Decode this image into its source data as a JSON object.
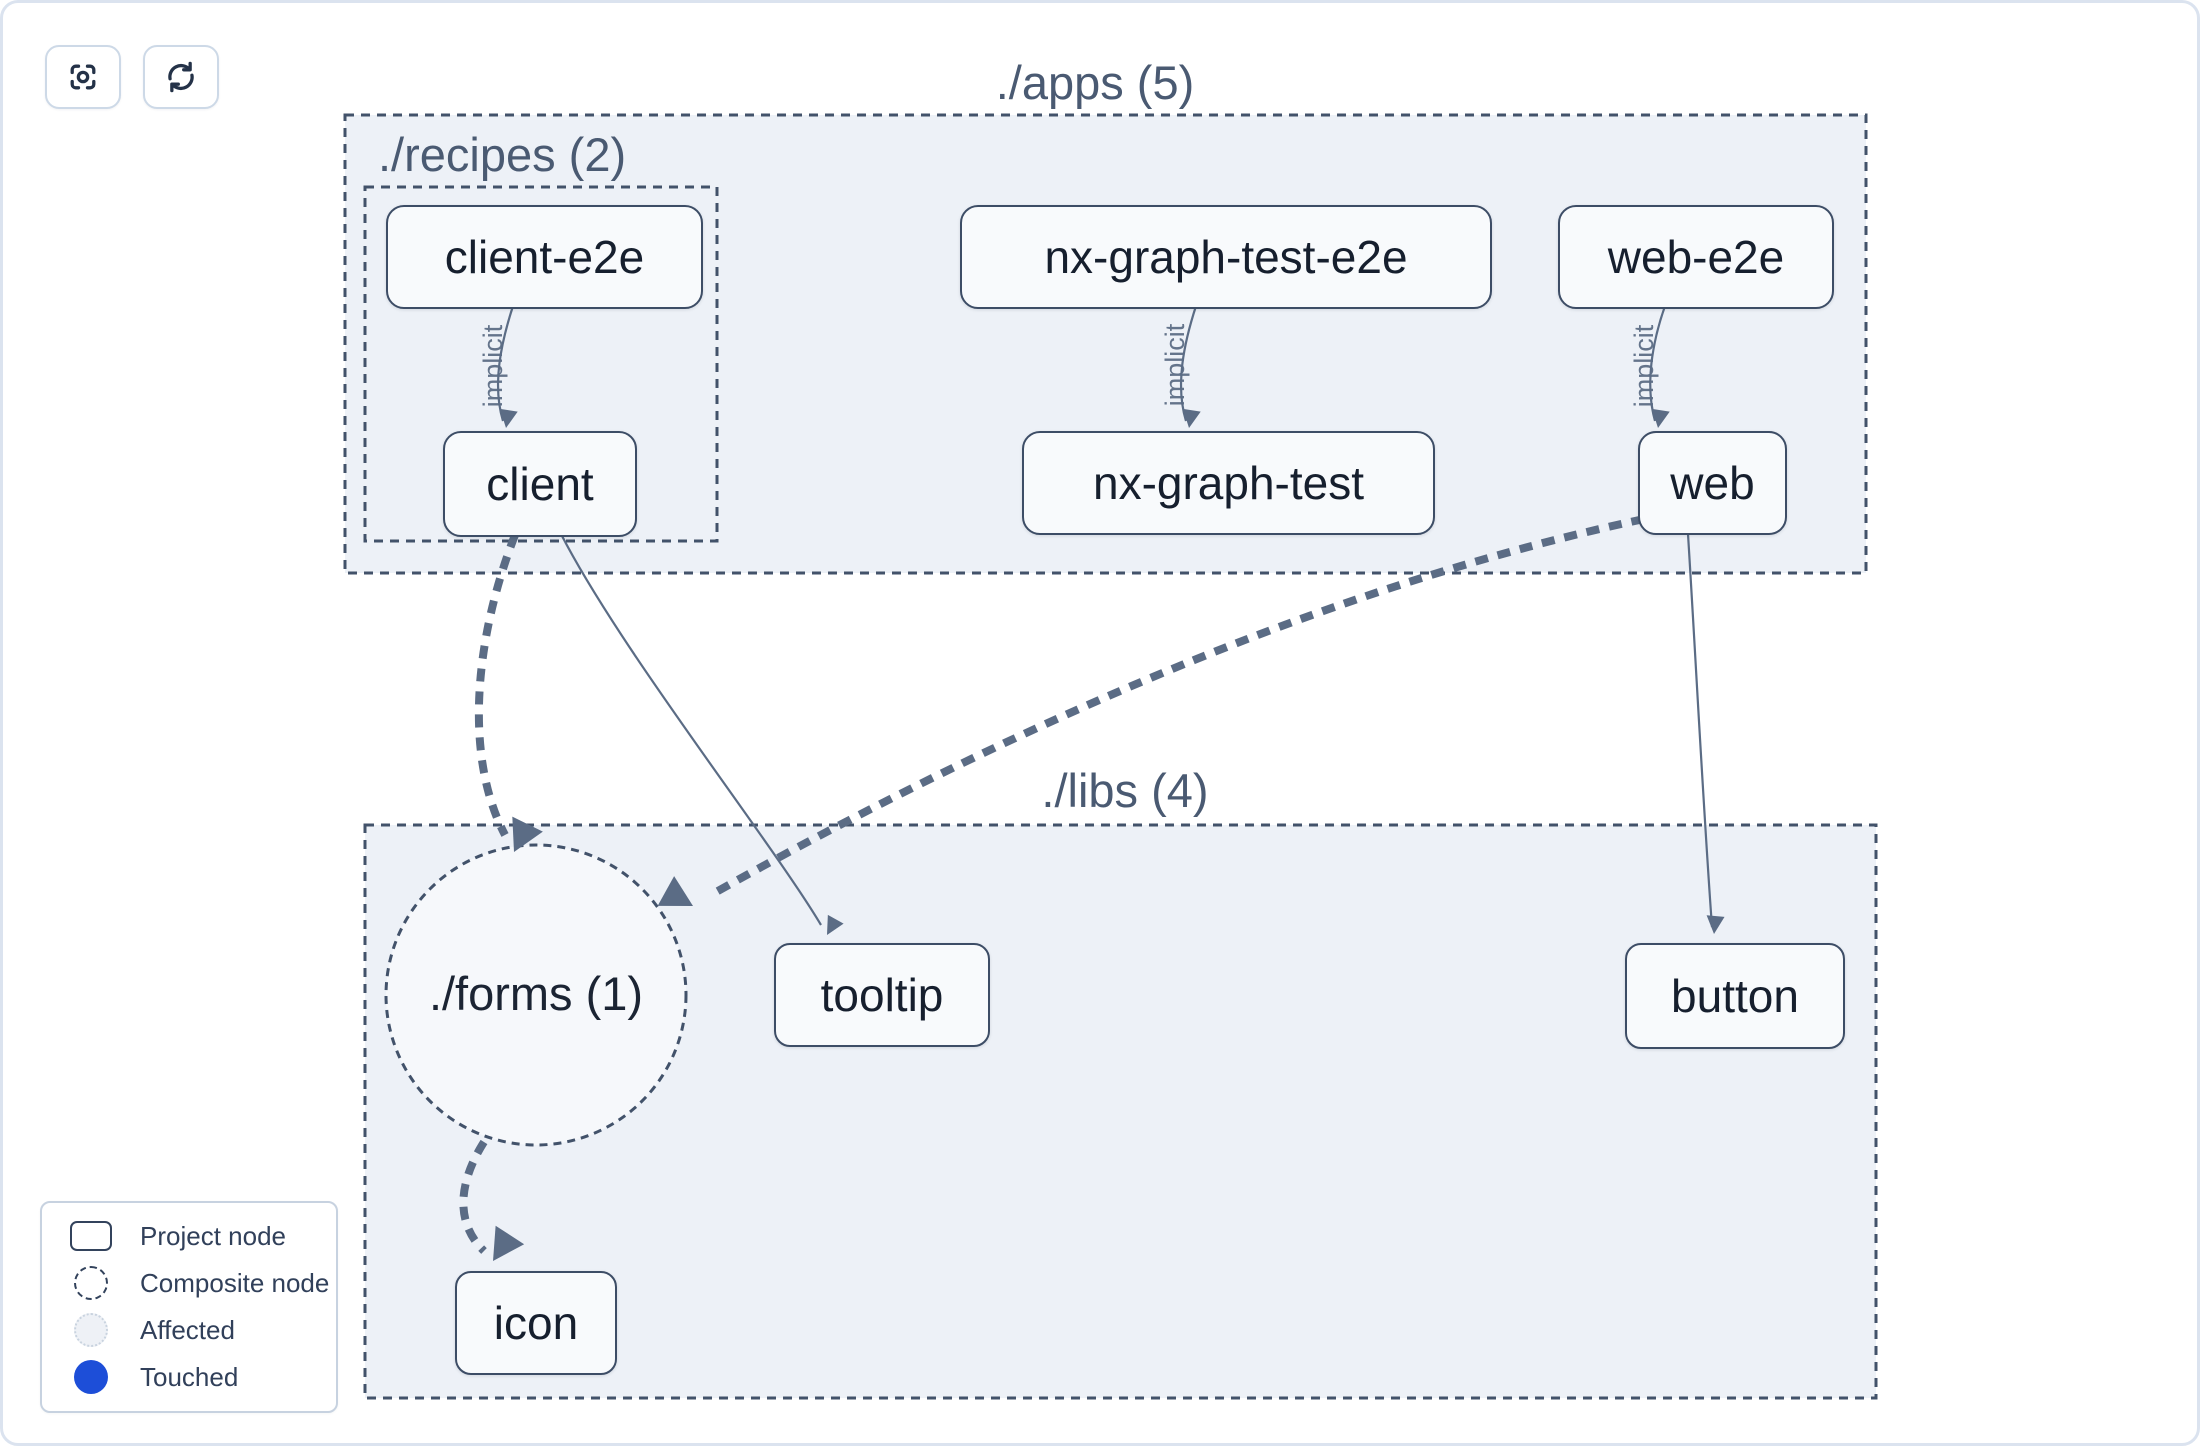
{
  "toolbar": {
    "focus_button": {
      "icon": "scan-focus-icon"
    },
    "refresh_button": {
      "icon": "refresh-icon"
    }
  },
  "graph": {
    "clusters": {
      "apps": {
        "label": "./apps (5)"
      },
      "recipes": {
        "label": "./recipes (2)"
      },
      "libs": {
        "label": "./libs (4)"
      }
    },
    "composite_node": {
      "label": "./forms (1)"
    },
    "nodes": {
      "client_e2e": {
        "label": "client-e2e"
      },
      "nx_graph_test_e2e": {
        "label": "nx-graph-test-e2e"
      },
      "web_e2e": {
        "label": "web-e2e"
      },
      "client": {
        "label": "client"
      },
      "nx_graph_test": {
        "label": "nx-graph-test"
      },
      "web": {
        "label": "web"
      },
      "tooltip": {
        "label": "tooltip"
      },
      "button": {
        "label": "button"
      },
      "icon": {
        "label": "icon"
      }
    },
    "edge_labels": [
      "implicit",
      "implicit",
      "implicit"
    ]
  },
  "legend": {
    "items": [
      {
        "label": "Project node"
      },
      {
        "label": "Composite node"
      },
      {
        "label": "Affected"
      },
      {
        "label": "Touched"
      }
    ]
  },
  "colors": {
    "cluster_bg": "#edf1f7",
    "cluster_border": "#42526a",
    "composite_fill": "#f6f8fb",
    "node_bg": "#f8fafc",
    "node_border": "#3d4d66",
    "node_text": "#161f2e",
    "edge": "#5b6c85",
    "edge_label": "#64748b",
    "touched_blue": "#1d4ed8",
    "outer_border": "#dbe3ef"
  }
}
